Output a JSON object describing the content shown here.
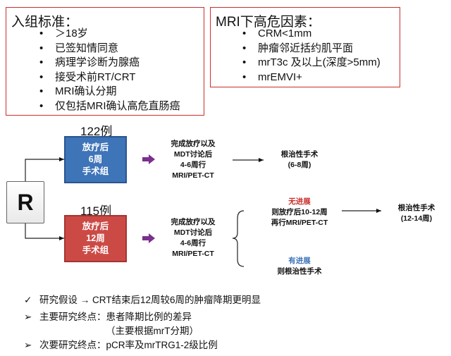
{
  "inclusion": {
    "title": "入组标准：",
    "items": [
      "＞18岁",
      "已签知情同意",
      "病理学诊断为腺癌",
      "接受术前RT/CRT",
      "MRI确认分期",
      "仅包括MRI确认高危直肠癌"
    ]
  },
  "risk": {
    "title": "MRI下高危因素：",
    "items": [
      "CRM<1mm",
      "肿瘤邻近括约肌平面",
      "mrT3c 及以上(深度>5mm)",
      "mrEMVI+"
    ]
  },
  "randomize_label": "R",
  "arm1": {
    "count": "122例",
    "box_lines": [
      "放疗后",
      "6周",
      "手术组"
    ],
    "step_lines": [
      "完成放疗以及",
      "MDT讨论后",
      "4-6周行",
      "MRI/PET-CT"
    ],
    "outcome_lines": [
      "根治性手术",
      "(6-8周)"
    ]
  },
  "arm2": {
    "count": "115例",
    "box_lines": [
      "放疗后",
      "12周",
      "手术组"
    ],
    "step_lines": [
      "完成放疗以及",
      "MDT讨论后",
      "4-6周行",
      "MRI/PET-CT"
    ],
    "no_progress": {
      "label": "无进展",
      "lines": [
        "则放疗后10-12周",
        "再行MRI/PET-CT"
      ]
    },
    "progress": {
      "label": "有进展",
      "line": "则根治性手术"
    },
    "outcome_lines": [
      "根治性手术",
      "(12-14周)"
    ]
  },
  "notes": [
    {
      "mark": "✓",
      "text": "研究假设 → CRT结束后12周较6周的肿瘤降期更明显"
    },
    {
      "mark": "➢",
      "text": "主要研究终点：患者降期比例的差异"
    },
    {
      "mark": "",
      "text": "（主要根据mrT分期）"
    },
    {
      "mark": "➢",
      "text": "次要研究终点：pCR率及mrTRG1-2级比例"
    }
  ],
  "colors": {
    "border_red": "#c9302c",
    "arm1_blue": "#3e74b8",
    "arm2_red": "#cc4a45",
    "purple_arrow": "#7b2f8e",
    "no_progress_red": "#c9302c",
    "progress_blue": "#3e74b8"
  }
}
